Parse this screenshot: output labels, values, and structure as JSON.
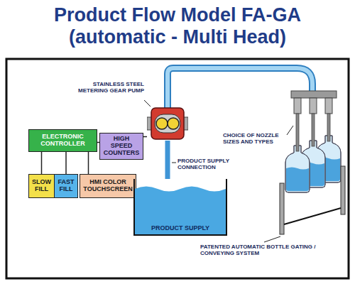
{
  "diagram": {
    "title": "Product Flow Model FA-GA (automatic - Multi Head)",
    "nodes": [
      {
        "text": [
          "STAINLESS STEEL METERING GEAR PUMP"
        ]
      },
      {
        "text": [
          "ELECTRONIC CONTROLLER"
        ]
      },
      {
        "text": [
          "HIGH SPEED COUNTERS"
        ]
      },
      {
        "text": [
          "SLOW FILL"
        ]
      },
      {
        "text": [
          "FAST FILL"
        ]
      },
      {
        "text": [
          "HMI COLOR TOUCHSCREEN"
        ]
      },
      {
        "text": [
          "PRODUCT SUPPLY"
        ]
      }
    ],
    "edges": [
      {
        "from": 1,
        "to": 2,
        "arrow": "none"
      },
      {
        "from": 2,
        "to": 0,
        "arrow": "none"
      },
      {
        "from": 1,
        "to": 3,
        "arrow": "none"
      },
      {
        "from": 1,
        "to": 4,
        "arrow": "none"
      },
      {
        "from": 1,
        "to": 5,
        "arrow": "none"
      },
      {
        "from": 0,
        "to": 6,
        "arrow": "none"
      }
    ],
    "labels": [
      "CHOICE OF NOZZLE SIZES AND TYPES",
      "PRODUCT SUPPLY CONNECTION",
      "PATENTED AUTOMATIC BOTTLE GATING / CONVEYING SYSTEM"
    ]
  }
}
